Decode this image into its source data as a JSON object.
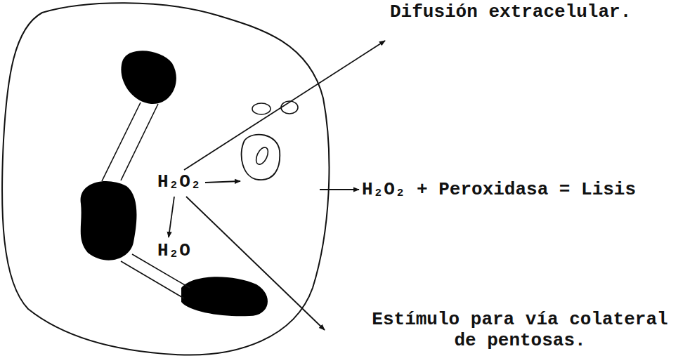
{
  "diagram": {
    "labels": [
      "Difusión extracelular.",
      "H₂O₂",
      "H₂O",
      "H₂O₂ + Peroxidasa = Lisis",
      "Estímulo para vía colateral de pentosas."
    ]
  }
}
